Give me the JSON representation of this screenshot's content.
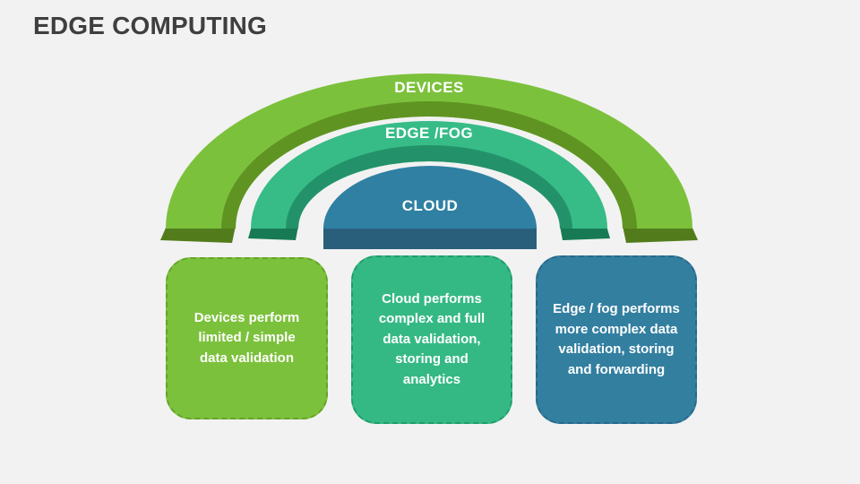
{
  "slide": {
    "title": "EDGE COMPUTING",
    "background_color": "#f2f2f2",
    "title_color": "#3f3f3f",
    "label_text_color": "#ffffff"
  },
  "arches": [
    {
      "id": "devices",
      "label": "DEVICES",
      "fill": "#7cc13c",
      "dark": "#5f9423",
      "foot": "#527c1c"
    },
    {
      "id": "edge-fog",
      "label": "EDGE /FOG",
      "fill": "#37bc87",
      "dark": "#23926a",
      "foot": "#177a54"
    },
    {
      "id": "cloud",
      "label": "CLOUD",
      "fill": "#2f80a3",
      "dark": "#2a5f7b",
      "foot": "#2a5f7b"
    }
  ],
  "boxes": [
    {
      "id": "devices",
      "text": "Devices perform limited / simple data validation",
      "fill": "#7cc13c",
      "border": "#64a428"
    },
    {
      "id": "cloud",
      "text": "Cloud performs complex and full data validation, storing and analytics",
      "fill": "#35b984",
      "border": "#1f9d68"
    },
    {
      "id": "edge-fog",
      "text": "Edge / fog performs more complex data validation, storing and forwarding",
      "fill": "#337fa0",
      "border": "#29688a"
    }
  ]
}
